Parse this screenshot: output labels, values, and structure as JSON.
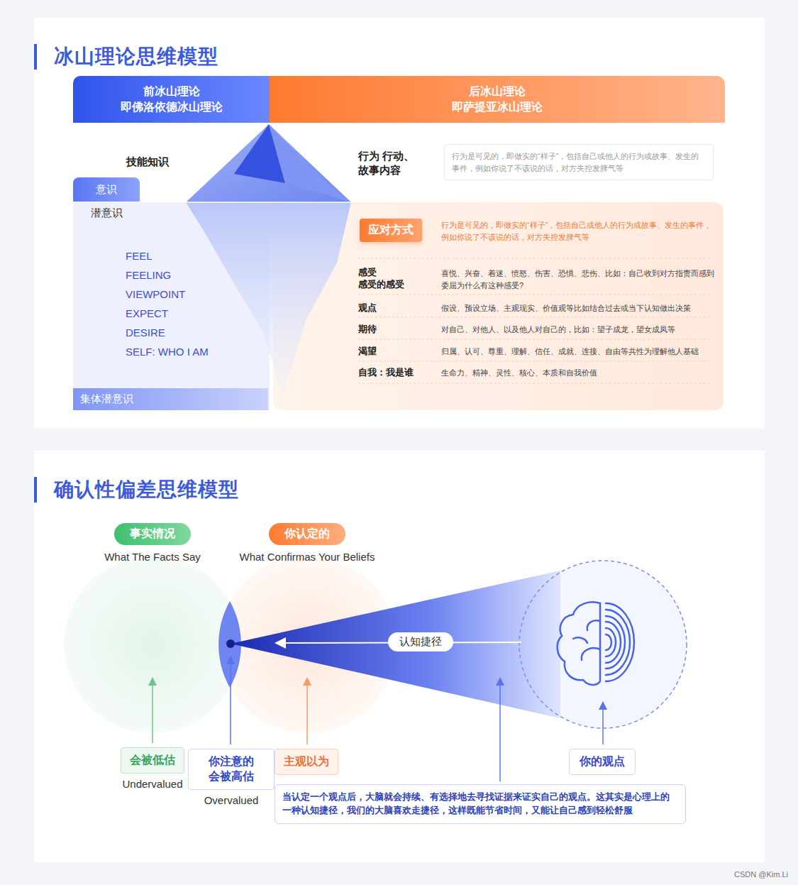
{
  "diagram": {
    "nodes": [
      {
        "text": [
          "冰山理论思维模型"
        ]
      },
      {
        "text": [
          "前冰山理论 即佛洛依德冰山理论"
        ],
        "in": 0
      },
      {
        "text": [
          "后冰山理论 即萨提亚冰山理论"
        ],
        "in": 0
      },
      {
        "text": [
          "意识"
        ],
        "in": 0
      },
      {
        "text": [
          "集体潜意识"
        ],
        "in": 0
      },
      {
        "text": [
          "行为是可见的，即做实的“样子”，包括自己或他人的行为或故事、发生的事件，例如你说了不该说的话，对方失控发脾气等"
        ],
        "in": 0
      },
      {
        "text": [
          "应对方式"
        ],
        "in": 0
      },
      {
        "text": [
          "确认性偏差思维模型"
        ]
      },
      {
        "text": [
          "事实情况",
          "What The Facts Say"
        ],
        "in": 7
      },
      {
        "text": [
          "你认定的",
          "What Confirmas Your Beliefs"
        ],
        "in": 7
      },
      {
        "text": [
          "认知捷径"
        ],
        "in": 7
      },
      {
        "text": [
          "会被低估",
          "Undervalued"
        ],
        "in": 7
      },
      {
        "text": [
          "你注意的 会被高估",
          "Overvalued"
        ],
        "in": 7
      },
      {
        "text": [
          "主观以为"
        ],
        "in": 7
      },
      {
        "text": [
          "你的观点"
        ],
        "in": 7
      },
      {
        "text": [
          "当认定一个观点后，大脑就会持续、有选择地去寻找证据来证实自己的观点。这其实是心理上的一种认知捷径，我们的大脑喜欢走捷径，这样既能节省时间，又能让自己感到轻松舒服"
        ],
        "in": 7
      }
    ],
    "labels": [
      "技能知识",
      "潜意识",
      "FEEL",
      "FEELING",
      "VIEWPOINT",
      "EXPECT",
      "DESIRE",
      "SELF: WHO I AM",
      "行为 行动、故事内容",
      "行为是可见的，即做实的“样子”，包括自己或他人的行为或故事、发生的事件，例如你说了不该说的话，对方失控发脾气等",
      "感受 感受的感受",
      "喜悦、兴奋、着迷、愤怒、伤害、恐惧、悲伤、比如：自己收到对方指责而感到委屈为什么有这种感受?",
      "观点",
      "假设、预设立场、主观现实、价值观等比如结合过去或当下认知做出决策",
      "期待",
      "对自己、对他人、以及他人对自己的，比如：望子成龙，望女成凤等",
      "渴望",
      "归属、认可、尊重、理解、信任、成就、连接、自由等共性为理解他人基础",
      "自我：我是谁",
      "生命力、精神、灵性、核心、本质和自我价值",
      "CSDN @Kim.Li"
    ]
  }
}
